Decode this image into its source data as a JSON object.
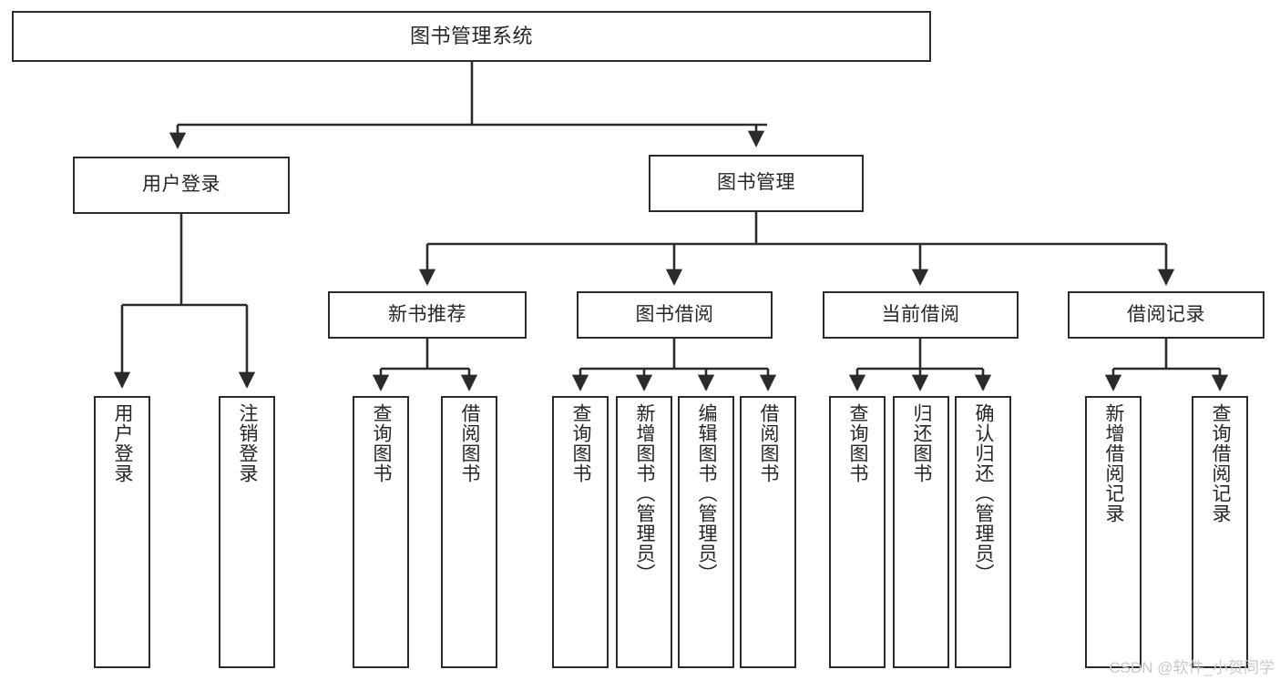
{
  "diagram": {
    "title": "图书管理系统",
    "type": "functional-structure-tree",
    "watermark": "CSDN @软件_小贺同学",
    "colors": {
      "background": "#ffffff",
      "node_border": "#2b2b2b",
      "node_fill": "#ffffff",
      "edge": "#2b2b2b",
      "text": "#262626",
      "watermark": "#c9c9c9"
    },
    "nodes": {
      "root": {
        "label": "图书管理系统",
        "level": 1
      },
      "user_login": {
        "label": "用户登录",
        "level": 2
      },
      "book_manage": {
        "label": "图书管理",
        "level": 2
      },
      "new_book_rec": {
        "label": "新书推荐",
        "level": 3
      },
      "book_borrow": {
        "label": "图书借阅",
        "level": 3
      },
      "current_borrow": {
        "label": "当前借阅",
        "level": 3
      },
      "borrow_record": {
        "label": "借阅记录",
        "level": 3
      },
      "leaf_user_login": {
        "label": "用户登录",
        "level": 4
      },
      "leaf_logout": {
        "label": "注销登录",
        "level": 4
      },
      "leaf_query_book_1": {
        "label": "查询图书",
        "level": 4
      },
      "leaf_borrow_book_1": {
        "label": "借阅图书",
        "level": 4
      },
      "leaf_query_book_2": {
        "label": "查询图书",
        "level": 4
      },
      "leaf_add_book": {
        "label": "新增图书（管理员）",
        "level": 4
      },
      "leaf_edit_book": {
        "label": "编辑图书（管理员）",
        "level": 4
      },
      "leaf_borrow_book_2": {
        "label": "借阅图书",
        "level": 4
      },
      "leaf_query_book_3": {
        "label": "查询图书",
        "level": 4
      },
      "leaf_return_book": {
        "label": "归还图书",
        "level": 4
      },
      "leaf_confirm_return": {
        "label": "确认归还（管理员）",
        "level": 4
      },
      "leaf_add_record": {
        "label": "新增借阅记录",
        "level": 4
      },
      "leaf_query_record": {
        "label": "查询借阅记录",
        "level": 4
      }
    }
  }
}
